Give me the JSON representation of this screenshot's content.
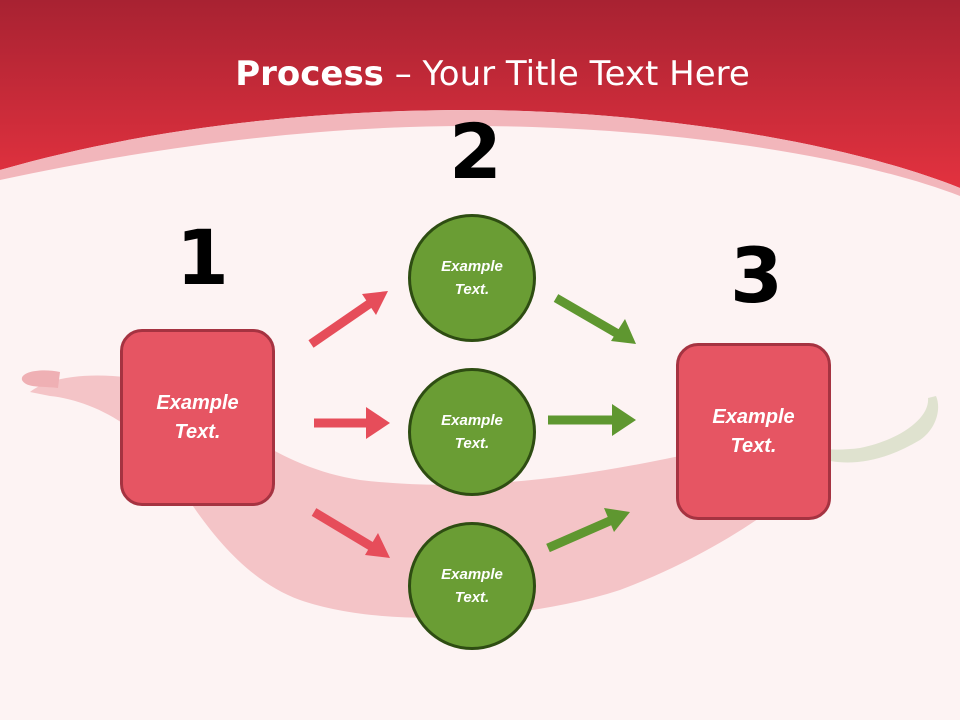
{
  "slide": {
    "title_bold": "Process",
    "title_rest": " – Your Title Text Here"
  },
  "steps": {
    "one": "1",
    "two": "2",
    "three": "3"
  },
  "nodes": {
    "left_box": "Example\nText.",
    "circle_top": "Example\nText.",
    "circle_middle": "Example\nText.",
    "circle_bottom": "Example\nText.",
    "right_box": "Example\nText."
  },
  "colors": {
    "header_red": "#e3323f",
    "box_fill": "#e65563",
    "box_border": "#a53341",
    "circle_fill": "#6a9d34",
    "circle_border": "#2e4d12",
    "arrow_red": "#e64d5a",
    "arrow_green": "#5f9730",
    "background": "#fdf3f3"
  }
}
